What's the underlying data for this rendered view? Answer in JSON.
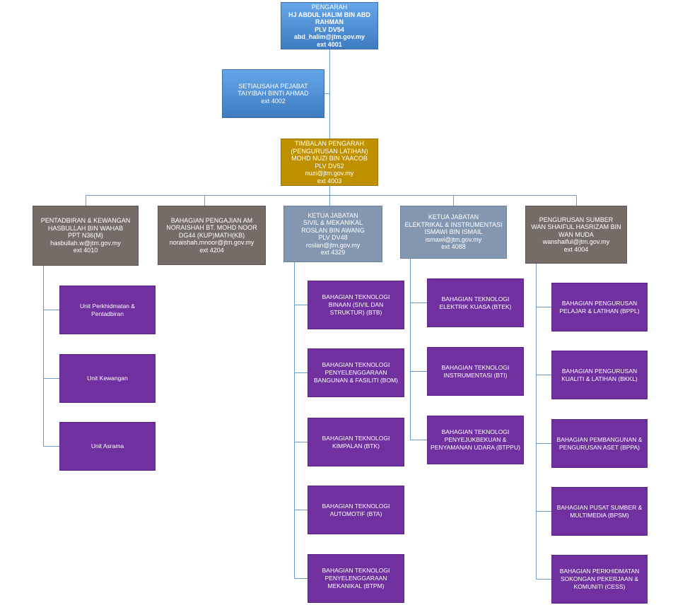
{
  "director": {
    "title": "PENGARAH",
    "name_line1": "HJ ABDUL HALIM BIN ABD",
    "name_line2": "RAHMAN",
    "grade": "PLV DV54",
    "email": "abd_halim@jtm.gov.my",
    "ext": "ext 4001"
  },
  "secretary": {
    "title": "SETIAUSAHA PEJABAT",
    "name": "TAIYIBAH BINTI AHMAD",
    "ext": "ext 4002"
  },
  "deputy": {
    "title": "TIMBALAN PENGARAH",
    "subtitle": "(PENGURUSAN LATIHAN)",
    "name": "MOHD NUZI BIN YAACOB",
    "grade": "PLV DV52",
    "email": "nuzi@jtm.gov.my",
    "ext": "ext 4003"
  },
  "departments": [
    {
      "lines": [
        "PENTADBIRAN & KEWANGAN",
        "HASBULLAH BIN WAHAB",
        "PPT N36(M)",
        "hasbullah.w@jtm.gov.my",
        "ext 4010"
      ],
      "units": [
        "Unit Perkhidmatan & Pentadbiran",
        "Unit Kewangan",
        "Unit Asrama"
      ]
    },
    {
      "lines": [
        "BAHAGIAN PENGAJIAN AM",
        "NORAISHAH BT. MOHD NOOR",
        "DG44 (KUP)MATH(KB)",
        "noraishah.mnoor@jtm.gov.my",
        "ext 4204"
      ],
      "units": []
    },
    {
      "lines": [
        "KETUA JABATAN",
        "SIVIL & MEKANIKAL",
        "ROSLAN BIN AWANG",
        "PLV DV48",
        "roslan@jtm.gov.my",
        "ext 4329"
      ],
      "units": [
        "BAHAGIAN TEKNOLOGI BINAAN (SIVIL DAN STRUKTUR) (BTB)",
        "BAHAGIAN TEKNOLOGI PENYELENGGARAAN BANGUNAN & FASILITI (BOM)",
        "BAHAGIAN TEKNOLOGI KIMPALAN (BTK)",
        "BAHAGIAN TEKNOLOGI AUTOMOTIF (BTA)",
        "BAHAGIAN TEKNOLOGI PENYELENGGARAAN MEKANIKAL (BTPM)"
      ]
    },
    {
      "lines": [
        "KETUA JABATAN",
        "ELEKTRIKAL & INSTRUMENTASI",
        "ISMAWI BIN ISMAIL",
        "ismawi@jtm.gov.my",
        "ext 4088"
      ],
      "units": [
        "BAHAGIAN TEKNOLOGI ELEKTRIK KUASA (BTEK)",
        "BAHAGIAN TEKNOLOGI INSTRUMENTASI (BTI)",
        "BAHAGIAN TEKNOLOGI PENYEJUKBEKUAN & PENYAMANAN UDARA (BTPPU)"
      ]
    },
    {
      "lines": [
        "PENGURUSAN SUMBER",
        "WAN SHAIFUL HASRIZAM BIN",
        "WAN MUDA",
        "wanshaiful@jtm.gov.my",
        "ext 4004"
      ],
      "units": [
        "BAHAGIAN PENGURUSAN PELAJAR & LATIHAN (BPPL)",
        "BAHAGIAN PENGURUSAN KUALITI & LATIHAN (BKKL)",
        "BAHAGIAN PEMBANGUNAN & PENGURUSAN ASET (BPPA)",
        "BAHAGIAN PUSAT SUMBER & MULTIMEDIA (BPSM)",
        "BAHAGIAN PERKHIDMATAN SOKONGAN PEKERJAAN & KOMUNITI (CESS)"
      ]
    }
  ]
}
